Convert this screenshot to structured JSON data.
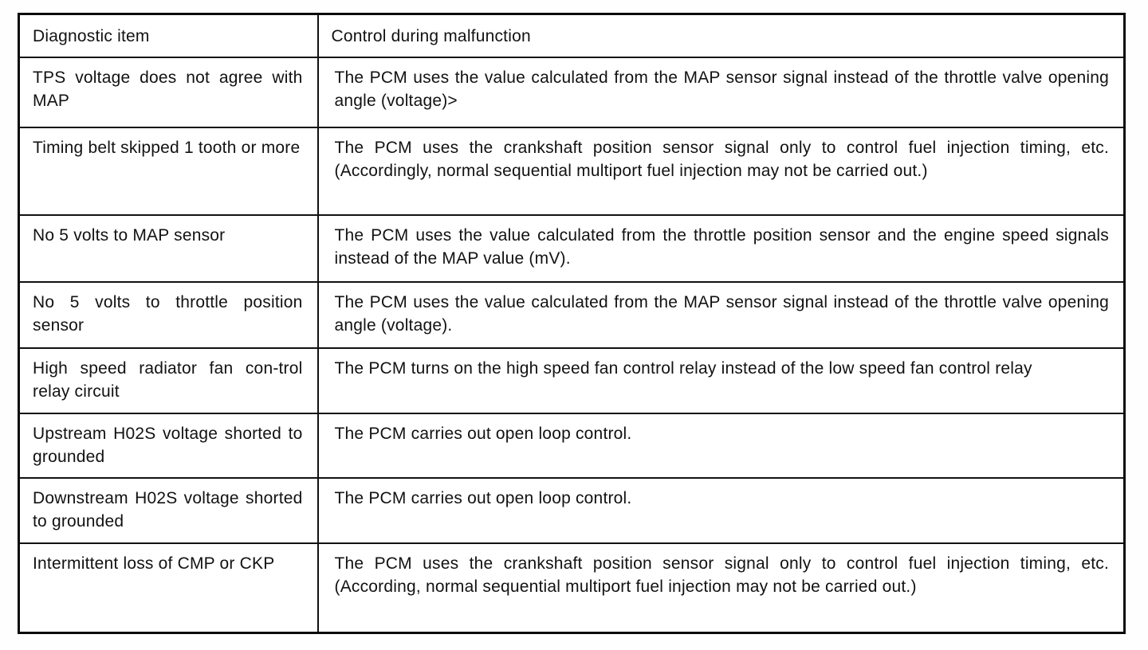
{
  "table": {
    "headers": {
      "diagnostic_item": "Diagnostic item",
      "control_during_malfunction": "Control during malfunction"
    },
    "rows": [
      {
        "item": "TPS voltage does not agree with MAP",
        "control": "The PCM uses the value calculated from the MAP sensor signal instead of the throttle valve opening angle (voltage)>"
      },
      {
        "item": "Timing belt skipped 1 tooth or more",
        "control": "The PCM uses the crankshaft position sensor signal only to control fuel injection timing, etc. (Accordingly, normal sequential multiport fuel injection may not be carried out.)"
      },
      {
        "item": "No 5 volts to MAP sensor",
        "control": "The PCM uses the value calculated from the throttle position sensor and the engine speed signals instead of the MAP value (mV)."
      },
      {
        "item": "No 5 volts to throttle position sensor",
        "control": "The PCM uses the value calculated from the MAP sensor signal instead of the throttle valve opening angle (voltage)."
      },
      {
        "item": "High speed radiator fan con-trol relay circuit",
        "control": "The PCM turns on the high speed fan control relay instead of the low speed fan control relay"
      },
      {
        "item": "Upstream H02S voltage shorted to grounded",
        "control": "The PCM carries out open loop control."
      },
      {
        "item": "Downstream H02S voltage shorted to grounded",
        "control": "The PCM carries out open loop control."
      },
      {
        "item": "Intermittent loss of CMP or CKP",
        "control": "The PCM uses the crankshaft position sensor signal only to control fuel injection timing, etc. (According, normal sequential multiport fuel injection may not be carried out.)"
      }
    ],
    "colors": {
      "ink": "#111111",
      "paper": "#ffffff"
    }
  }
}
